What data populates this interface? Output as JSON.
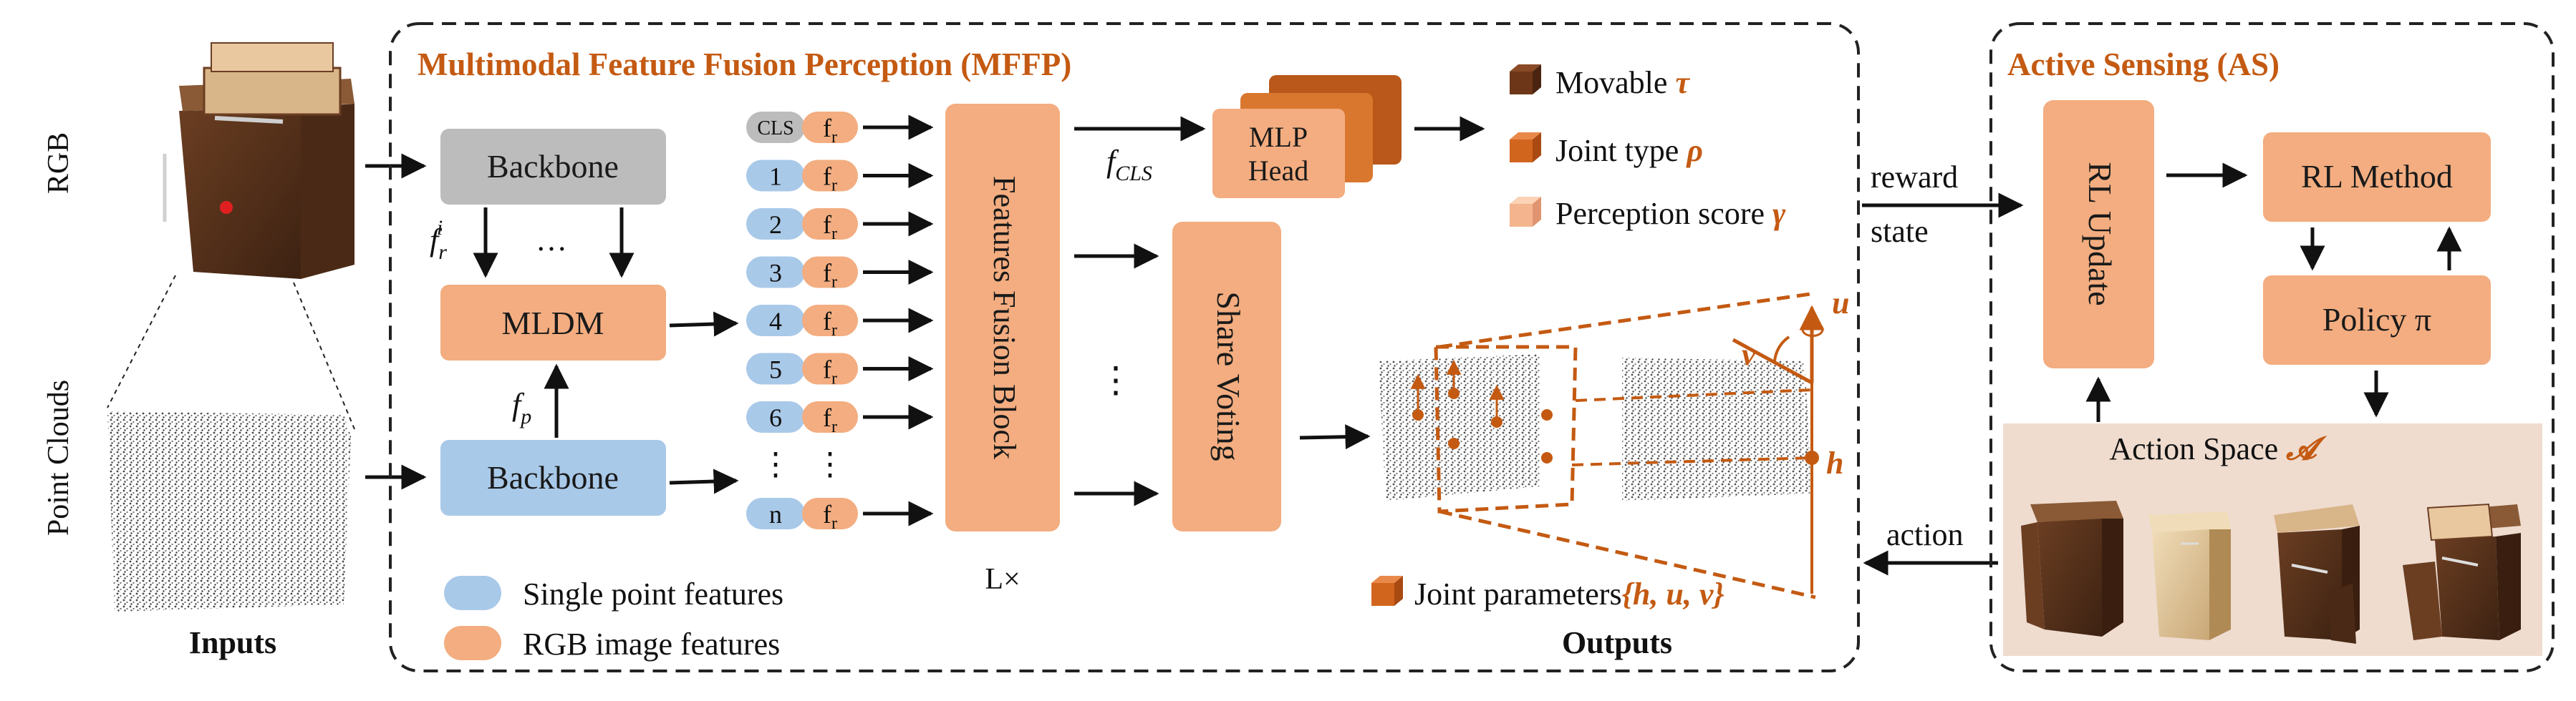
{
  "colors": {
    "orange_box": "#f3ad80",
    "blue_box": "#a9c9e9",
    "gray_box": "#bcbcbc",
    "dark_orange": "#c45a12",
    "brown": "#7a3a15",
    "dashed": "#222222",
    "action_bg": "#efdccf",
    "wood": "#5a3420"
  },
  "inputs": {
    "rgb_label": "RGB",
    "point_clouds_label": "Point Clouds",
    "caption": "Inputs"
  },
  "mffp": {
    "title": "Multimodal Feature Fusion Perception (MFFP)",
    "backbone_top": "Backbone",
    "backbone_bottom": "Backbone",
    "mldm": "MLDM",
    "fri_main": "f",
    "fri_sub": "r",
    "fri_sup": "i",
    "ellipsis": "…",
    "fp_main": "f",
    "fp_sub": "p",
    "tokens": [
      "CLS",
      "1",
      "2",
      "3",
      "4",
      "5",
      "6",
      "⋮",
      "n"
    ],
    "fr_main": "f",
    "fr_sub": "r",
    "fr_vdots": "⋮",
    "fusion_block": "Features Fusion Block",
    "layers": "L×",
    "fcls_main": "f",
    "fcls_sub": "CLS",
    "mlp_head_line1": "MLP",
    "mlp_head_line2": "Head",
    "share_voting": "Share Voting",
    "voting_dots": "⋮",
    "legend_single": "Single point features",
    "legend_rgb": "RGB image features"
  },
  "outputs": {
    "movable": "Movable",
    "movable_sym": "τ",
    "joint_type": "Joint type",
    "joint_type_sym": "ρ",
    "perception_score": "Perception score",
    "perception_sym": "γ",
    "joint_params": "Joint parameters",
    "joint_params_sym": "{h, u, v}",
    "caption": "Outputs",
    "u_label": "u",
    "v_label": "v",
    "h_label": "h"
  },
  "as": {
    "title": "Active Sensing (AS)",
    "rl_update": "RL Update",
    "rl_method": "RL Method",
    "policy": "Policy π",
    "action_space": "Action Space",
    "action_space_sym": "𝓐"
  },
  "arrows": {
    "reward": "reward",
    "state": "state",
    "action": "action"
  }
}
